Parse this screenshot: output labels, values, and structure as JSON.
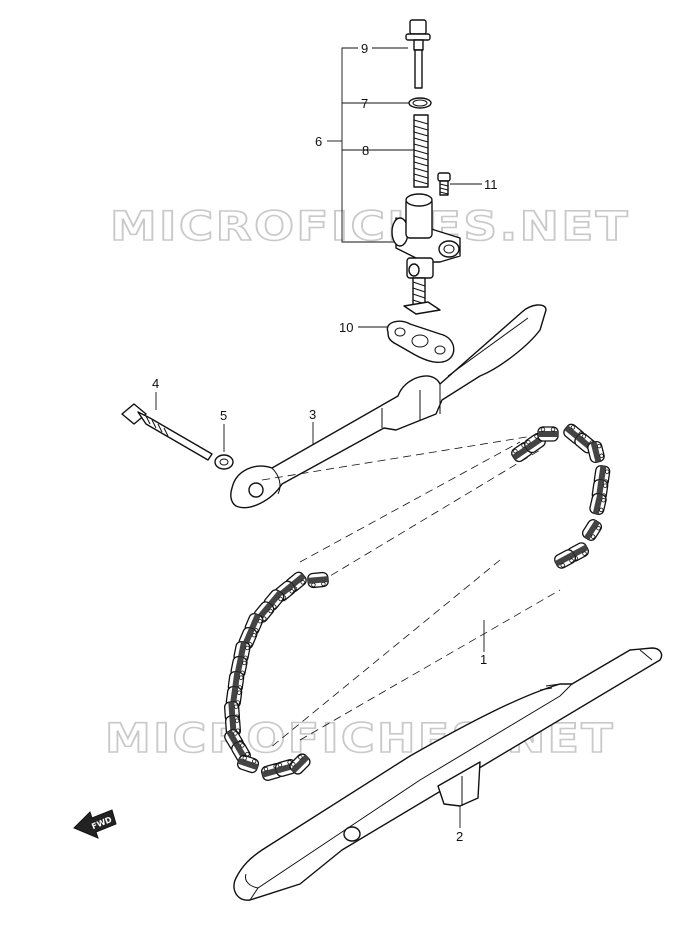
{
  "watermarks": [
    "MICROFICHES.NET",
    "MICROFICHES.NET"
  ],
  "callouts": {
    "c1": "1",
    "c2": "2",
    "c3": "3",
    "c4": "4",
    "c5": "5",
    "c6": "6",
    "c7": "7",
    "c8": "8",
    "c9": "9",
    "c10": "10",
    "c11": "11"
  },
  "fwd_label": "FWD"
}
